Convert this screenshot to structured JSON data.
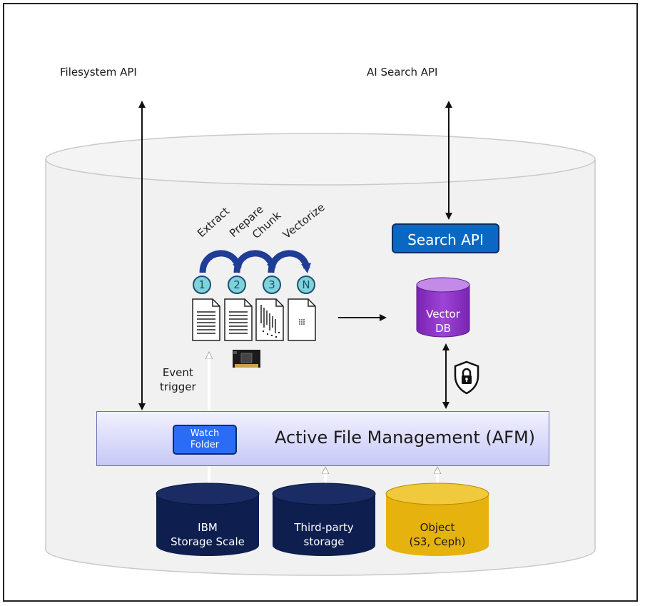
{
  "labels": {
    "filesystem_api": "Filesystem API",
    "ai_search_api": "AI Search API",
    "event_trigger_1": "Event",
    "event_trigger_2": "trigger"
  },
  "pipeline": {
    "steps": [
      {
        "label": "Extract",
        "badge": "1"
      },
      {
        "label": "Prepare",
        "badge": "2"
      },
      {
        "label": "Chunk",
        "badge": "3"
      },
      {
        "label": "Vectorize",
        "badge": "N"
      }
    ]
  },
  "search_api": {
    "label": "Search API"
  },
  "vector_db": {
    "line1": "Vector",
    "line2": "DB"
  },
  "afm": {
    "label": "Active File Management (AFM)"
  },
  "watch_folder": {
    "line1": "Watch",
    "line2": "Folder"
  },
  "storage": [
    {
      "line1": "IBM",
      "line2": "Storage Scale"
    },
    {
      "line1": "Third-party",
      "line2": "storage"
    },
    {
      "line1": "Object",
      "line2": "(S3, Ceph)"
    }
  ],
  "colors": {
    "cylinder_bg": "#f1f1f1",
    "navy": "#0e1f4f",
    "gold": "#e6b20e",
    "purple": "#8a2fc0",
    "search_blue": "#0a68c2",
    "badge_teal": "#7fd3d6",
    "arc_blue": "#1f3c96"
  },
  "icons": [
    "document-icon",
    "chunked-document-icon",
    "vector-document-icon",
    "gpu-card-icon",
    "lock-shield-icon"
  ]
}
